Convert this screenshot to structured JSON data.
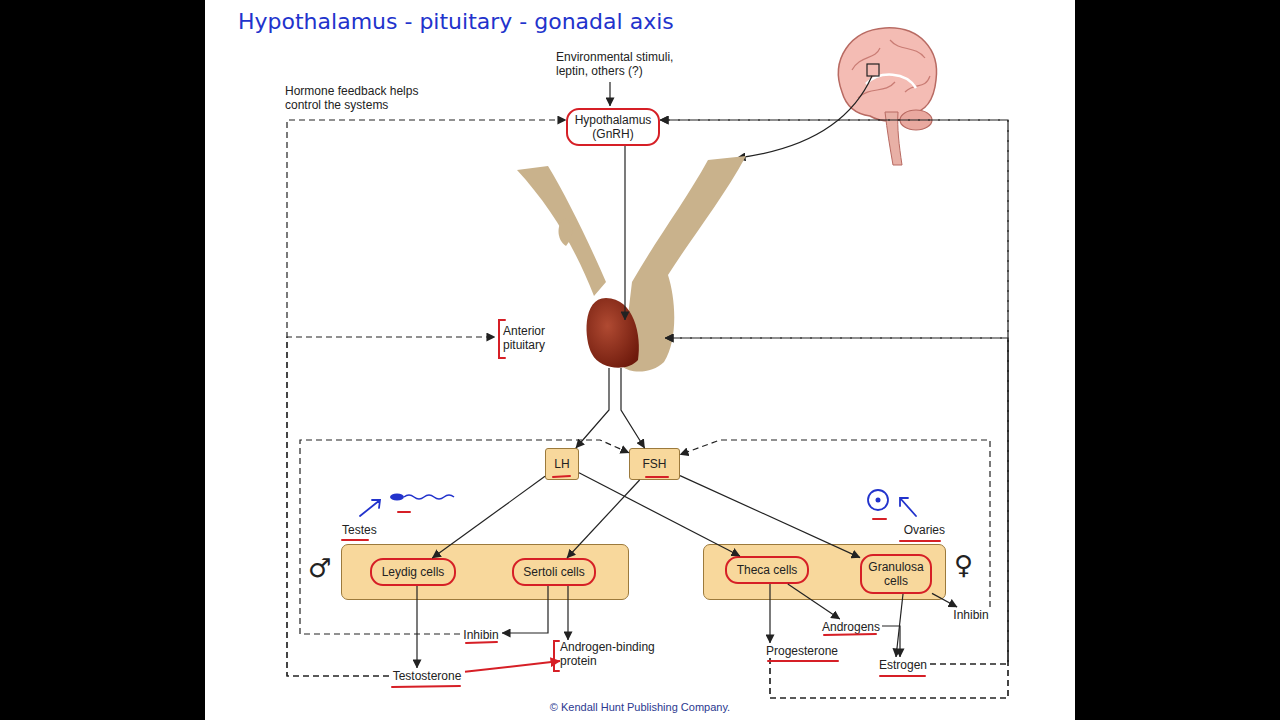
{
  "diagram": {
    "title": "Hypothalamus - pituitary - gonadal axis",
    "nodes": [
      {
        "text": [
          "Hypothalamus (GnRH)"
        ]
      },
      {
        "text": [
          "Anterior pituitary"
        ]
      },
      {
        "text": [
          "LH"
        ]
      },
      {
        "text": [
          "FSH"
        ]
      },
      {
        "text": [
          "Testes"
        ]
      },
      {
        "text": [
          "Leydig cells"
        ],
        "in": 4
      },
      {
        "text": [
          "Sertoli cells"
        ],
        "in": 4
      },
      {
        "text": [
          "Ovaries"
        ]
      },
      {
        "text": [
          "Theca cells"
        ],
        "in": 7
      },
      {
        "text": [
          "Granulosa cells"
        ],
        "in": 7
      },
      {
        "text": [
          "Inhibin"
        ]
      },
      {
        "text": [
          "Androgen-binding protein"
        ]
      },
      {
        "text": [
          "Testosterone"
        ]
      },
      {
        "text": [
          "Androgens"
        ]
      },
      {
        "text": [
          "Progesterone"
        ]
      },
      {
        "text": [
          "Estrogen"
        ]
      },
      {
        "text": [
          "Inhibin"
        ]
      }
    ],
    "edges": [
      {
        "from": 0,
        "to": 1,
        "arrow": "to"
      },
      {
        "from": 1,
        "to": 2,
        "arrow": "to"
      },
      {
        "from": 1,
        "to": 3,
        "arrow": "to"
      },
      {
        "from": 2,
        "to": 5,
        "arrow": "to"
      },
      {
        "from": 2,
        "to": 8,
        "arrow": "to"
      },
      {
        "from": 3,
        "to": 6,
        "arrow": "to"
      },
      {
        "from": 3,
        "to": 9,
        "arrow": "to"
      },
      {
        "from": 5,
        "to": 12,
        "arrow": "to"
      },
      {
        "from": 6,
        "to": 10,
        "arrow": "to"
      },
      {
        "from": 6,
        "to": 11,
        "arrow": "to"
      },
      {
        "from": 8,
        "to": 14,
        "arrow": "to"
      },
      {
        "from": 8,
        "to": 13,
        "arrow": "to"
      },
      {
        "from": 13,
        "to": 15,
        "arrow": "to"
      },
      {
        "from": 9,
        "to": 15,
        "arrow": "to"
      },
      {
        "from": 9,
        "to": 16,
        "arrow": "to"
      },
      {
        "from": 12,
        "to": 0,
        "arrow": "to"
      },
      {
        "from": 12,
        "to": 1,
        "arrow": "to"
      },
      {
        "from": 10,
        "to": 3,
        "arrow": "to"
      },
      {
        "from": 14,
        "to": 0,
        "arrow": "to"
      },
      {
        "from": 14,
        "to": 1,
        "arrow": "to"
      },
      {
        "from": 15,
        "to": 0,
        "arrow": "to"
      },
      {
        "from": 15,
        "to": 1,
        "arrow": "to"
      },
      {
        "from": 16,
        "to": 3,
        "arrow": "to"
      },
      {
        "from": 12,
        "to": 11,
        "arrow": "to"
      }
    ],
    "labels": [
      "Environmental stimuli, leptin, others (?)",
      "Hormone feedback helps control the systems",
      "♂",
      "♀",
      "© Kendall Hunt Publishing Company."
    ]
  }
}
